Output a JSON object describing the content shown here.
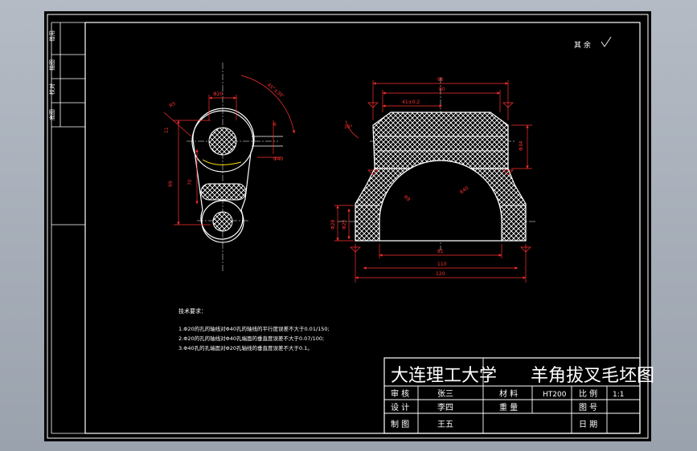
{
  "title_block": {
    "university": "大连理工大学",
    "drawing_title": "羊角拔叉毛坯图",
    "labels": {
      "review": "审 核",
      "design": "设 计",
      "draw": "制 图",
      "material": "材 料",
      "weight": "重 量",
      "scale": "比 例",
      "drawing_no": "图 号",
      "date": "日 期"
    },
    "values": {
      "reviewer": "张三",
      "designer": "李四",
      "drafter": "王五",
      "material": "HT200",
      "scale": "1:1"
    }
  },
  "surface_note": "其 余",
  "tech_requirements": {
    "heading": "技术要求：",
    "items": [
      "1.Φ20的孔的轴线对Φ40孔的轴线的平行度误差不大于0.01/150;",
      "2.Φ20的孔的轴线对Φ40孔端面的垂直度误差不大于0.07/100;",
      "3.Φ40孔的孔端面对Φ20孔轴线的垂直度误差不大于0.1。"
    ]
  },
  "left_view": {
    "dims": {
      "top_width": "Φ20",
      "angle": "45°±30'",
      "offset": "6",
      "bottom_dia": "Φ40",
      "height": "99",
      "mid": "70",
      "side": "11",
      "chamfer": "R5"
    }
  },
  "right_view": {
    "dims": {
      "overall_top": "96",
      "inner_top": "80",
      "slot": "41±0.2",
      "angle": "30°",
      "right_height": "Φ34",
      "left_height": "Φ28",
      "foot_height": "Φ20",
      "radius_left": "R9",
      "radius_right": "R40",
      "base_inner": "81",
      "base_mid": "110",
      "base_overall": "120"
    }
  }
}
